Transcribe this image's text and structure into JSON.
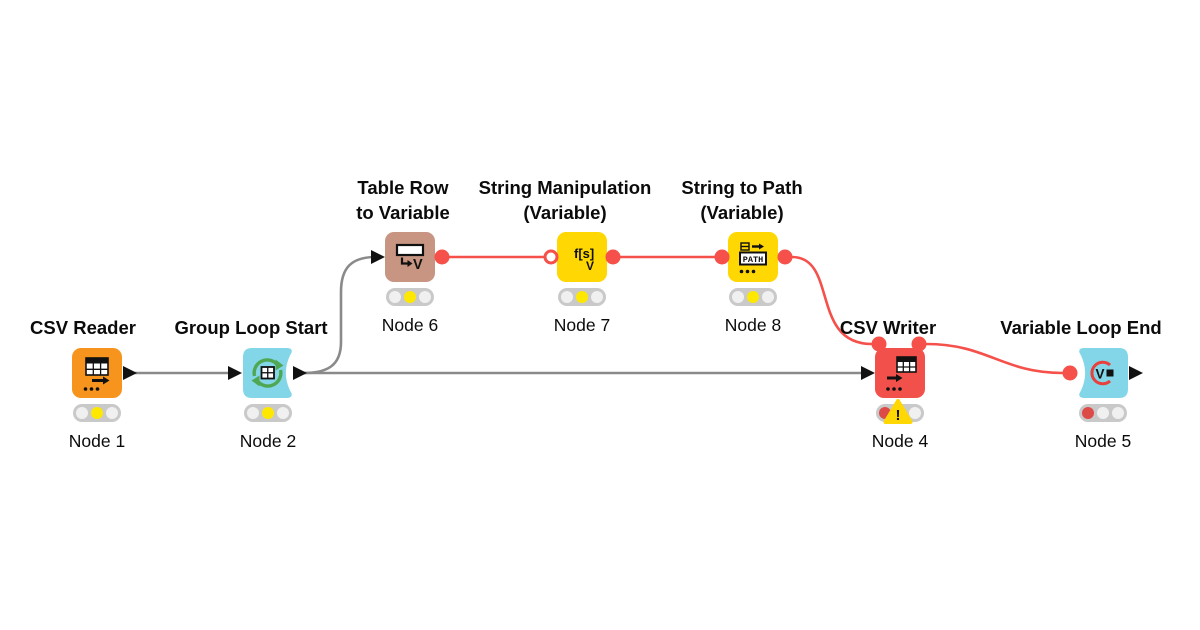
{
  "workflow": {
    "colors": {
      "background": "#ffffff",
      "data_wire": "#8a8a8a",
      "variable_wire": "#f5504a",
      "port_red": "#f5504a",
      "port_black": "#111111",
      "traffic_bg": "#c9c9c9",
      "traffic_off": "#f0f0f0",
      "traffic_yellow": "#ffe800",
      "traffic_red": "#dc4b47",
      "warning_yellow": "#ffd703",
      "loop_icon_green": "#4fa753",
      "loop_end_icon_red": "#e8403c",
      "label_text": "#0b0b0b"
    },
    "nodes": [
      {
        "key": "csv-reader",
        "title_lines": [
          "CSV Reader"
        ],
        "label": "Node 1",
        "color": "#f7941e",
        "status_light": "yellow"
      },
      {
        "key": "group-loop-start",
        "title_lines": [
          "Group Loop Start"
        ],
        "label": "Node 2",
        "color": "#83d6e7",
        "status_light": "yellow"
      },
      {
        "key": "table-row-to-variable",
        "title_lines": [
          "Table Row",
          "to Variable"
        ],
        "label": "Node 6",
        "color": "#c79581",
        "status_light": "yellow"
      },
      {
        "key": "string-manipulation-variable",
        "title_lines": [
          "String Manipulation",
          "(Variable)"
        ],
        "label": "Node 7",
        "color": "#ffd703",
        "status_light": "yellow"
      },
      {
        "key": "string-to-path-variable",
        "title_lines": [
          "String to Path",
          "(Variable)"
        ],
        "label": "Node 8",
        "color": "#ffd703",
        "status_light": "yellow"
      },
      {
        "key": "csv-writer",
        "title_lines": [
          "CSV Writer"
        ],
        "label": "Node 4",
        "color": "#f2514b",
        "status_light": "red",
        "warning": "!"
      },
      {
        "key": "variable-loop-end",
        "title_lines": [
          "Variable Loop End"
        ],
        "label": "Node 5",
        "color": "#83d6e7",
        "status_light": "red"
      }
    ],
    "icon_texts": {
      "table_row_v": "V",
      "string_manipulation_fx": "f[s]",
      "string_manipulation_v": "V",
      "path_label": "PATH",
      "loop_end_v": "V"
    },
    "connections": [
      {
        "from": "Node 1",
        "to": "Node 2",
        "type": "data"
      },
      {
        "from": "Node 2",
        "to": "Node 6",
        "type": "data"
      },
      {
        "from": "Node 2",
        "to": "Node 4",
        "type": "data"
      },
      {
        "from": "Node 6",
        "to": "Node 7",
        "type": "variable"
      },
      {
        "from": "Node 7",
        "to": "Node 8",
        "type": "variable"
      },
      {
        "from": "Node 8",
        "to": "Node 4",
        "type": "variable"
      },
      {
        "from": "Node 4",
        "to": "Node 5",
        "type": "variable"
      }
    ]
  }
}
